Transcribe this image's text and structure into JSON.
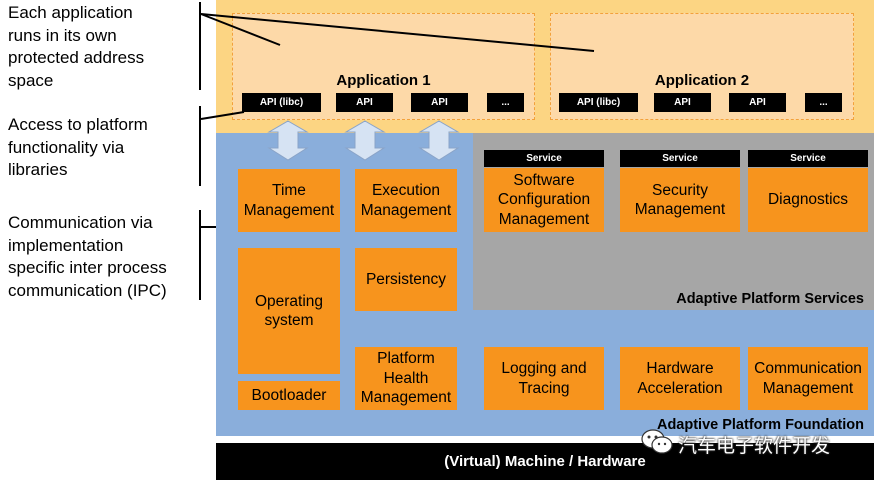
{
  "annotations": [
    {
      "text": "Each application\nruns in its own\nprotected address\nspace"
    },
    {
      "text": "Access to platform\nfunctionality via\nlibraries"
    },
    {
      "text": "Communication via\nimplementation\nspecific inter process\ncommunication (IPC)"
    }
  ],
  "applications": [
    {
      "title": "Application 1",
      "apis": [
        "API (libc)",
        "API",
        "API",
        "..."
      ]
    },
    {
      "title": "Application 2",
      "apis": [
        "API (libc)",
        "API",
        "API",
        "..."
      ]
    }
  ],
  "foundation": {
    "label": "Adaptive Platform Foundation",
    "time_management": "Time\nManagement",
    "execution_management": "Execution\nManagement",
    "operating_system": "Operating\nsystem",
    "persistency": "Persistency",
    "bootloader": "Bootloader",
    "platform_health_management": "Platform\nHealth\nManagement",
    "logging_and_tracing": "Logging and\nTracing",
    "hardware_acceleration": "Hardware\nAcceleration",
    "communication_management": "Communication\nManagement"
  },
  "services": {
    "label": "Adaptive Platform Services",
    "tag": "Service",
    "software_configuration_management": "Software\nConfiguration\nManagement",
    "security_management": "Security\nManagement",
    "diagnostics": "Diagnostics"
  },
  "hardware": {
    "label": "(Virtual) Machine / Hardware"
  },
  "watermark": {
    "text": "汽车电子软件开发"
  },
  "colors": {
    "application_layer": "#fcd583",
    "foundation_layer": "#8aaedb",
    "services_layer": "#a6a6a6",
    "functional_cluster": "#f7941d",
    "hardware_layer": "#000000"
  }
}
